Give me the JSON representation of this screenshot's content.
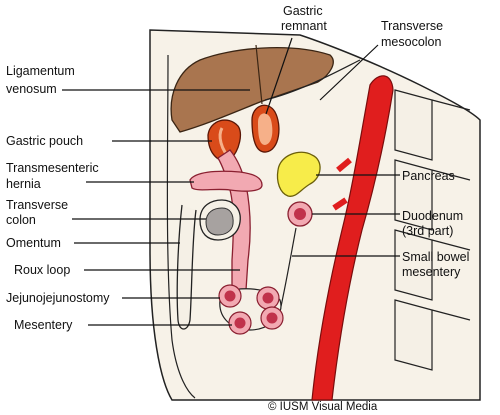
{
  "labels": {
    "gastric_remnant": [
      "Gastric",
      "remnant"
    ],
    "transverse_mesocolon": [
      "Transverse",
      "mesocolon"
    ],
    "ligamentum_venosum": [
      "Ligamentum",
      "venosum"
    ],
    "gastric_pouch": "Gastric pouch",
    "transmesenteric_hernia": [
      "Transmesenteric",
      "hernia"
    ],
    "transverse_colon": [
      "Transverse",
      "colon"
    ],
    "omentum": "Omentum",
    "roux_loop": "Roux loop",
    "jejunojejunostomy": "Jejunojejunostomy",
    "mesentery": "Mesentery",
    "pancreas": "Pancreas",
    "duodenum": [
      "Duodenum",
      "(3rd part)"
    ],
    "small_bowel_mesentery": [
      "Small bowel",
      "mesentery"
    ]
  },
  "credit": "© IUSM Visual Media",
  "colors": {
    "liver": "#a9754f",
    "stomach_red": "#d94b1a",
    "bowel_pink": "#f2a9b2",
    "bowel_dark": "#c0324b",
    "pancreas": "#f7ec4a",
    "colon_gray": "#a7a2a0",
    "aorta": "#e01e1e",
    "wall": "#f5f0e6"
  }
}
